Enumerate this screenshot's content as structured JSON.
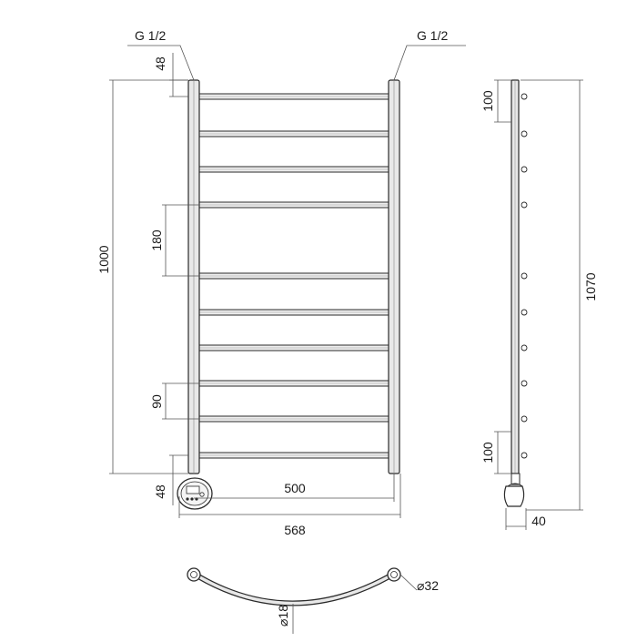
{
  "labels": {
    "thread_left": "G 1/2",
    "thread_right": "G 1/2",
    "height_total": "1000",
    "top_offset": "48",
    "bottom_offset": "48",
    "step_large": "180",
    "step_small": "90",
    "axis_width": "500",
    "overall_width": "568",
    "side_height": "1070",
    "side_top": "100",
    "side_bottom": "100",
    "side_depth": "40",
    "rail_diameter": "⌀18",
    "tube_diameter": "⌀32"
  },
  "colors": {
    "line": "#2a2a2a",
    "dimension": "#555555",
    "fill": "#e8e8e8"
  }
}
